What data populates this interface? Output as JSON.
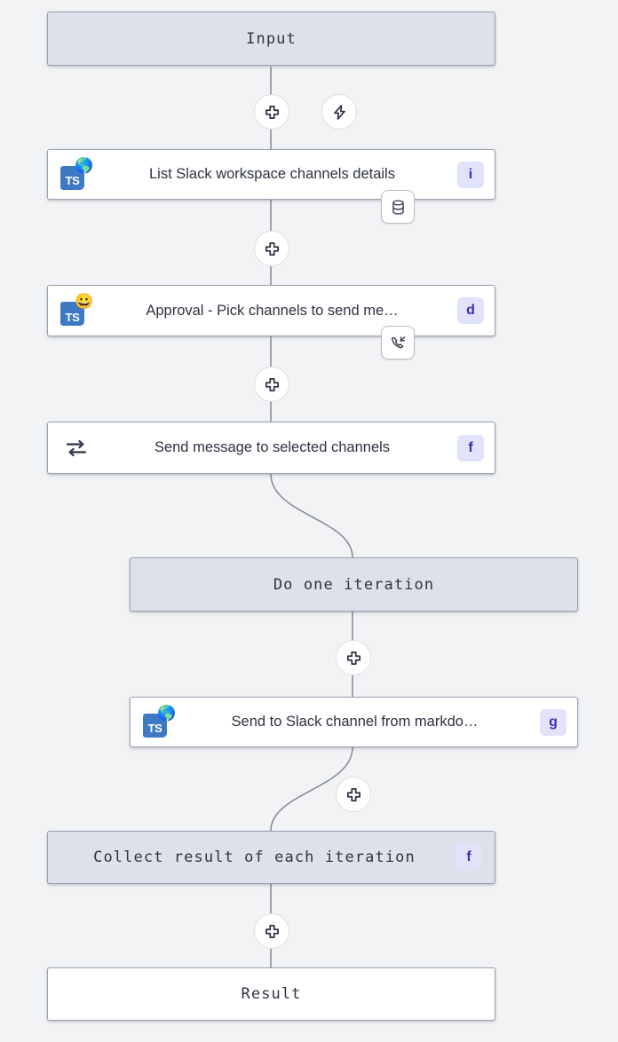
{
  "canvas": {
    "background": "#f2f3f5",
    "edge_color": "#8b8f99",
    "accent_badge_bg": "#e1e3fb",
    "accent_badge_fg": "#3a2fae",
    "terminal_bg": "#dde2ea",
    "node_border": "#9ba3b2",
    "ts_blue": "#3e7ac4"
  },
  "nodes": [
    {
      "id": "input",
      "kind": "terminal",
      "label": "Input",
      "icon": null,
      "badge": null
    },
    {
      "id": "list-slack-channels",
      "kind": "step",
      "label": "List Slack workspace channels details",
      "icon": "typescript-globe-icon",
      "icon_overlay": "globe-icon",
      "icon_text": "TS",
      "badge": "i",
      "attachment_icon": "database-icon"
    },
    {
      "id": "approval-pick-channels",
      "kind": "step",
      "label": "Approval - Pick channels to send me…",
      "icon": "typescript-face-icon",
      "icon_overlay": "smiling-face-emoji",
      "icon_text": "TS",
      "badge": "d",
      "attachment_icon": "incoming-call-icon"
    },
    {
      "id": "send-message-selected-channels",
      "kind": "step",
      "label": "Send message to selected channels",
      "icon": "loop-repeat-icon",
      "badge": "f",
      "attachment_icon": null
    },
    {
      "id": "do-one-iteration",
      "kind": "terminal",
      "label": "Do one iteration",
      "icon": null,
      "badge": null
    },
    {
      "id": "send-to-slack-channel-markdown",
      "kind": "step",
      "label": "Send to Slack channel from markdo…",
      "icon": "typescript-globe-icon",
      "icon_overlay": "globe-icon",
      "icon_text": "TS",
      "badge": "g",
      "attachment_icon": null
    },
    {
      "id": "collect-result-each-iteration",
      "kind": "collect",
      "label": "Collect result of each iteration",
      "icon": null,
      "badge": "f"
    },
    {
      "id": "result",
      "kind": "result",
      "label": "Result",
      "icon": null,
      "badge": null
    }
  ],
  "edge_buttons": [
    {
      "id": "add-step-after-input",
      "icon": "plus-icon"
    },
    {
      "id": "add-trigger-after-input",
      "icon": "lightning-icon"
    },
    {
      "id": "add-step-after-list-channels",
      "icon": "plus-icon"
    },
    {
      "id": "add-step-after-approval",
      "icon": "plus-icon"
    },
    {
      "id": "add-step-after-do-one-iteration",
      "icon": "plus-icon"
    },
    {
      "id": "add-step-after-send-to-slack",
      "icon": "plus-icon"
    },
    {
      "id": "add-step-after-collect-result",
      "icon": "plus-icon"
    }
  ]
}
